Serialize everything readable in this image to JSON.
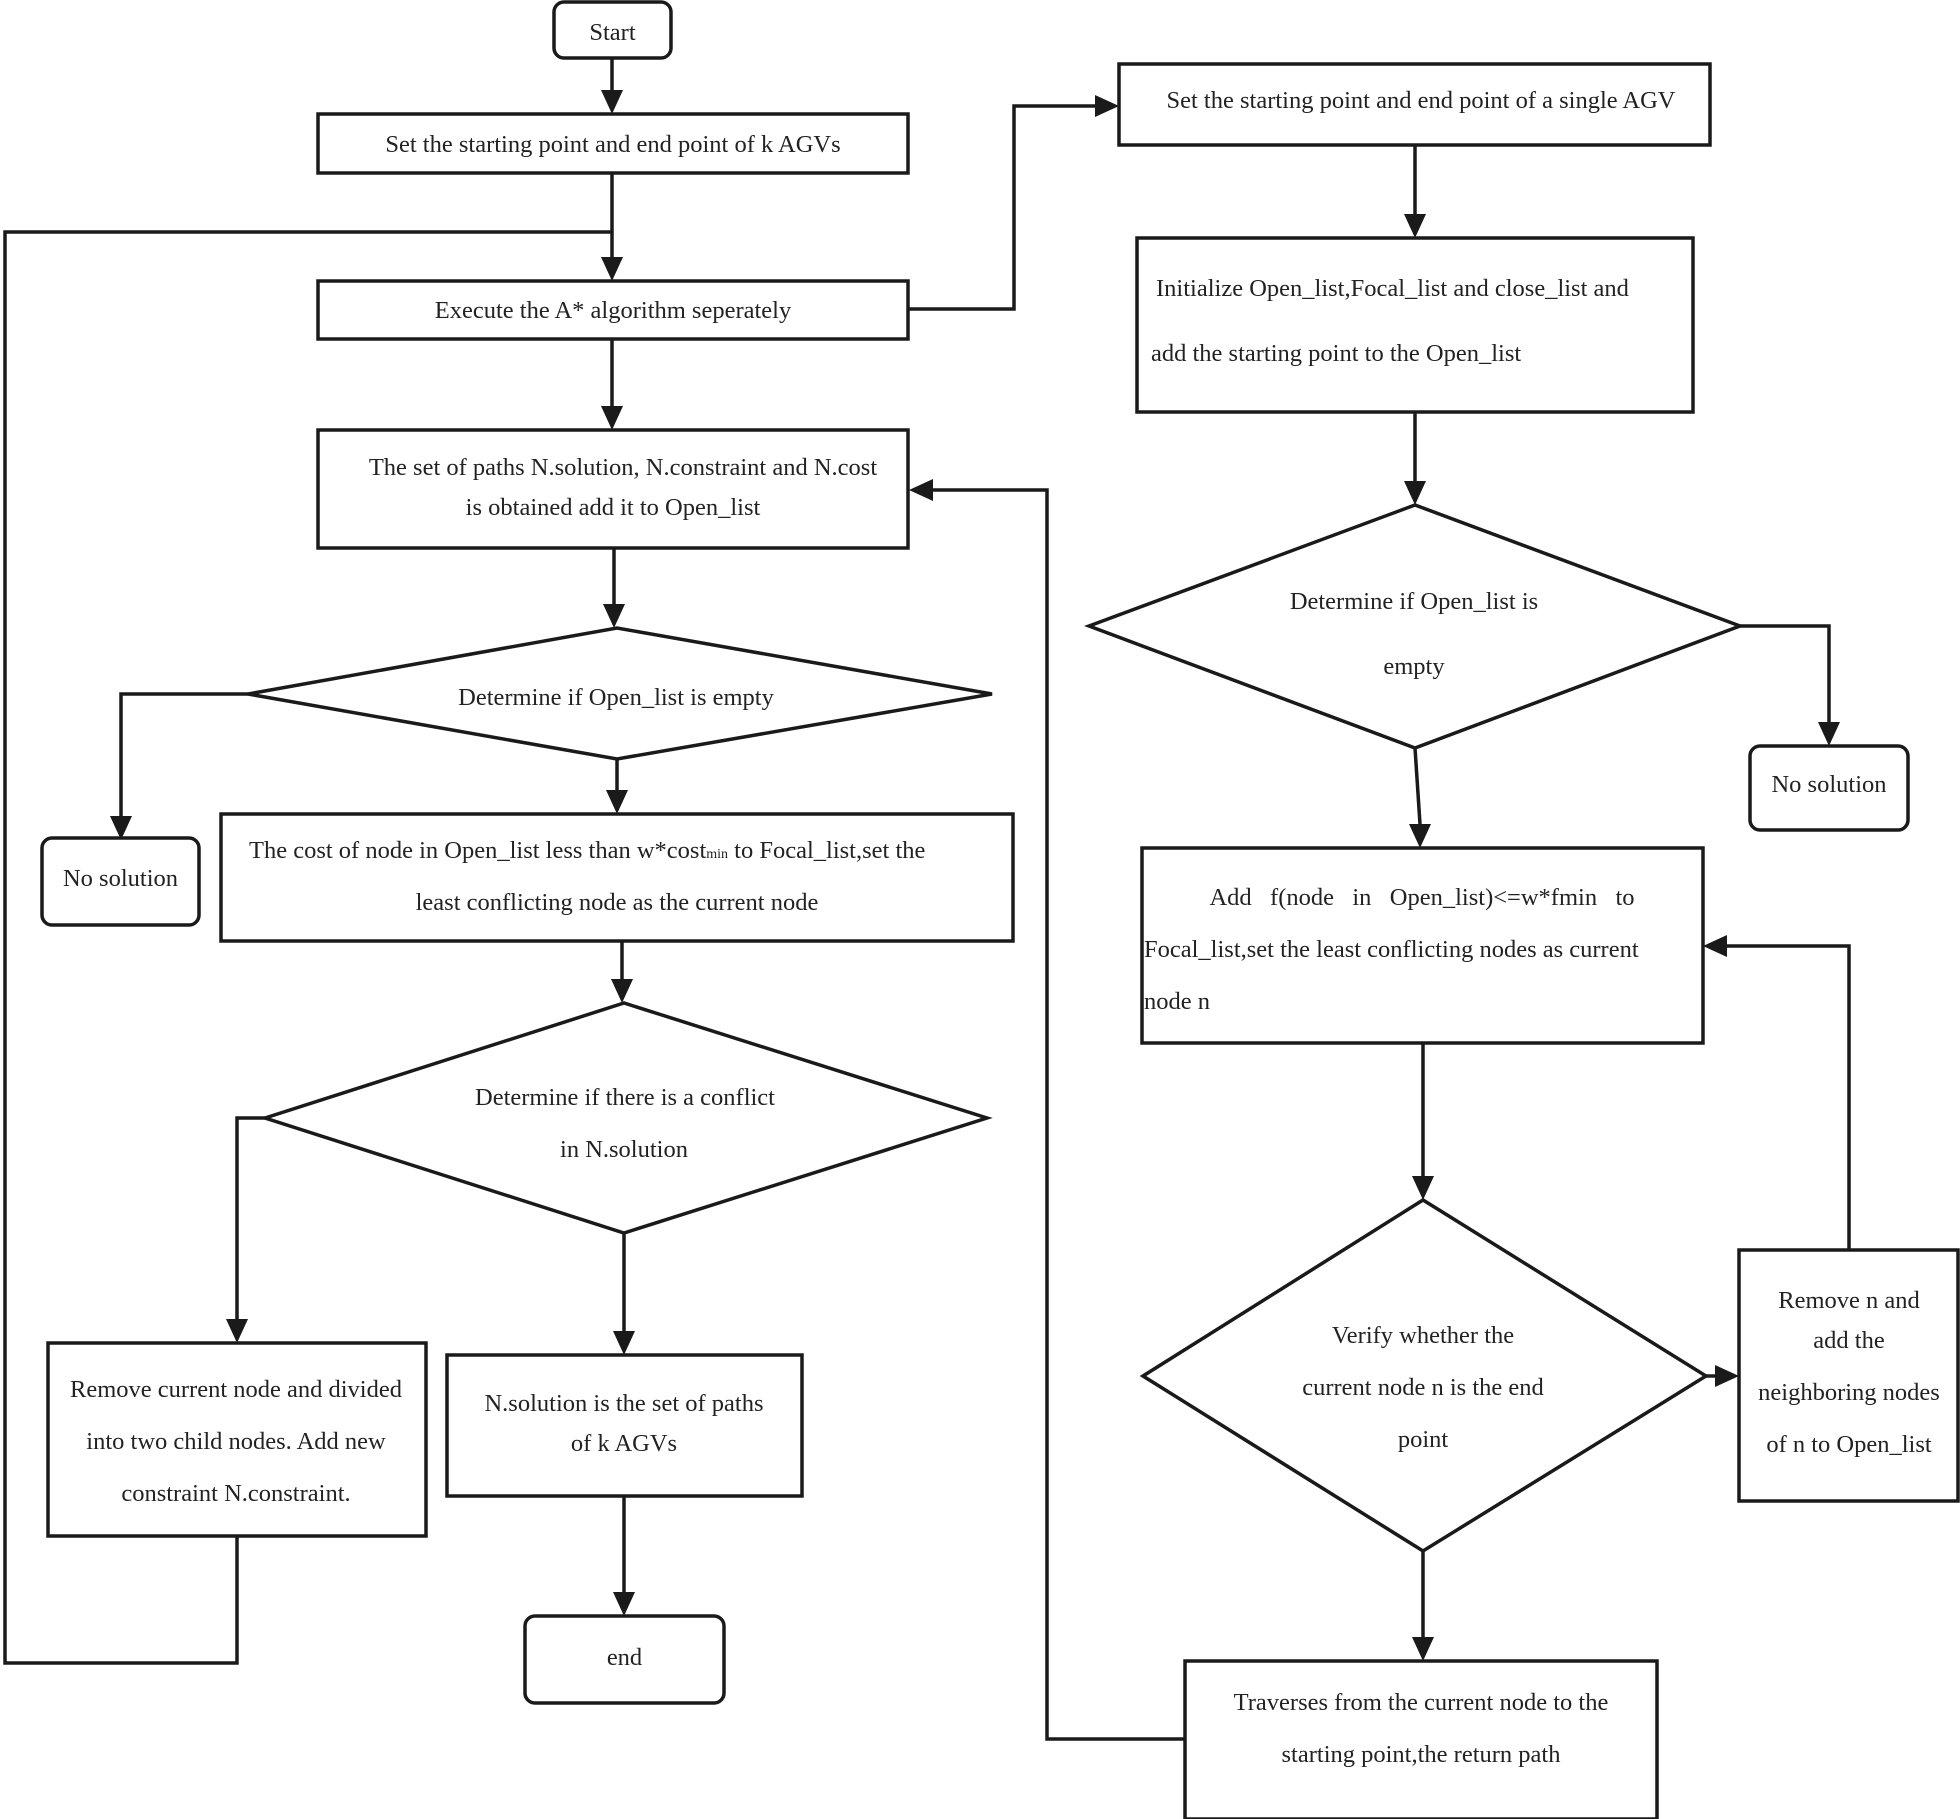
{
  "nodes": {
    "start": "Start",
    "set_k": "Set the starting point and end point of k AGVs",
    "exec_astar": "Execute the A* algorithm seperately",
    "paths_1": "The set of paths N.solution, N.constraint and N.cost",
    "paths_2": "is obtained add it to Open_list",
    "open_empty_left": "Determine if Open_list is empty",
    "no_solution_left": "No solution",
    "cost_1a": "The cost of node in Open_list less than w*cost",
    "cost_1_sub": "min",
    "cost_1b": " to Focal_list,set the",
    "cost_2": "least conflicting node as the current node",
    "conflict_1": "Determine if there is a conflict",
    "conflict_2": "in N.solution",
    "remove_1": "Remove current node and divided",
    "remove_2": "into two child nodes. Add new",
    "remove_3": "constraint N.constraint.",
    "solution_1": "N.solution is the set of paths",
    "solution_2": "of k AGVs",
    "end": "end",
    "set_single": "Set the starting point and end point of a single AGV",
    "init_1": "Initialize Open_list,Focal_list and close_list and",
    "init_2": "add the starting point to the Open_list",
    "open_empty_right_1": "Determine if Open_list is",
    "open_empty_right_2": "empty",
    "no_solution_right": "No solution",
    "add_focal_1": "Add   f(node   in   Open_list)<=w*fmin   to",
    "add_focal_2": "Focal_list,set the least conflicting nodes as current",
    "add_focal_3": "node n",
    "verify_1": "Verify whether the",
    "verify_2": "current node n is the end",
    "verify_3": "point",
    "remove_n_1": "Remove n and",
    "remove_n_2": "add the",
    "remove_n_3": "neighboring nodes",
    "remove_n_4": "of n to Open_list",
    "traverse_1": "Traverses from the current node to the",
    "traverse_2": "starting point,the return path"
  }
}
